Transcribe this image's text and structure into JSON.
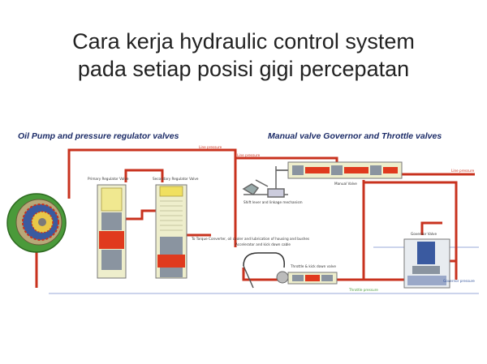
{
  "title": {
    "line1": "Cara kerja hydraulic control system",
    "line2": "pada setiap posisi gigi percepatan"
  },
  "sections": {
    "left": "Oil Pump and pressure regulator valves",
    "right": "Manual valve Governor and Throttle valves"
  },
  "labels": {
    "primary_valve": "Primary Regulator Valve",
    "secondary_valve": "Secondary Regulator Valve",
    "converter": "To Torque Converter, oil cooler and lubrication of housing and bushes",
    "line_pressure_top": "Line pressure",
    "line_pressure_mid": "Line pressure",
    "line_pressure_right": "Line pressure",
    "shift_lever": "Shift lever and linkage mechanism",
    "manual_valve": "Manual Valve",
    "accel_cable": "Accelerator and kick down cable",
    "throttle_valve": "Throttle & kick down valve",
    "governor_valve": "Governor Valve",
    "throttle_pressure": "Throttle pressure",
    "governor_pressure": "Governor pressure"
  },
  "colors": {
    "oil_line": "#c8321e",
    "valve_body": "#eeeecc",
    "spool": "#8a94a0",
    "pump_outer": "#4a9a3a",
    "pump_inner": "#3a5aa0",
    "blue_line": "#9aa8d8"
  }
}
